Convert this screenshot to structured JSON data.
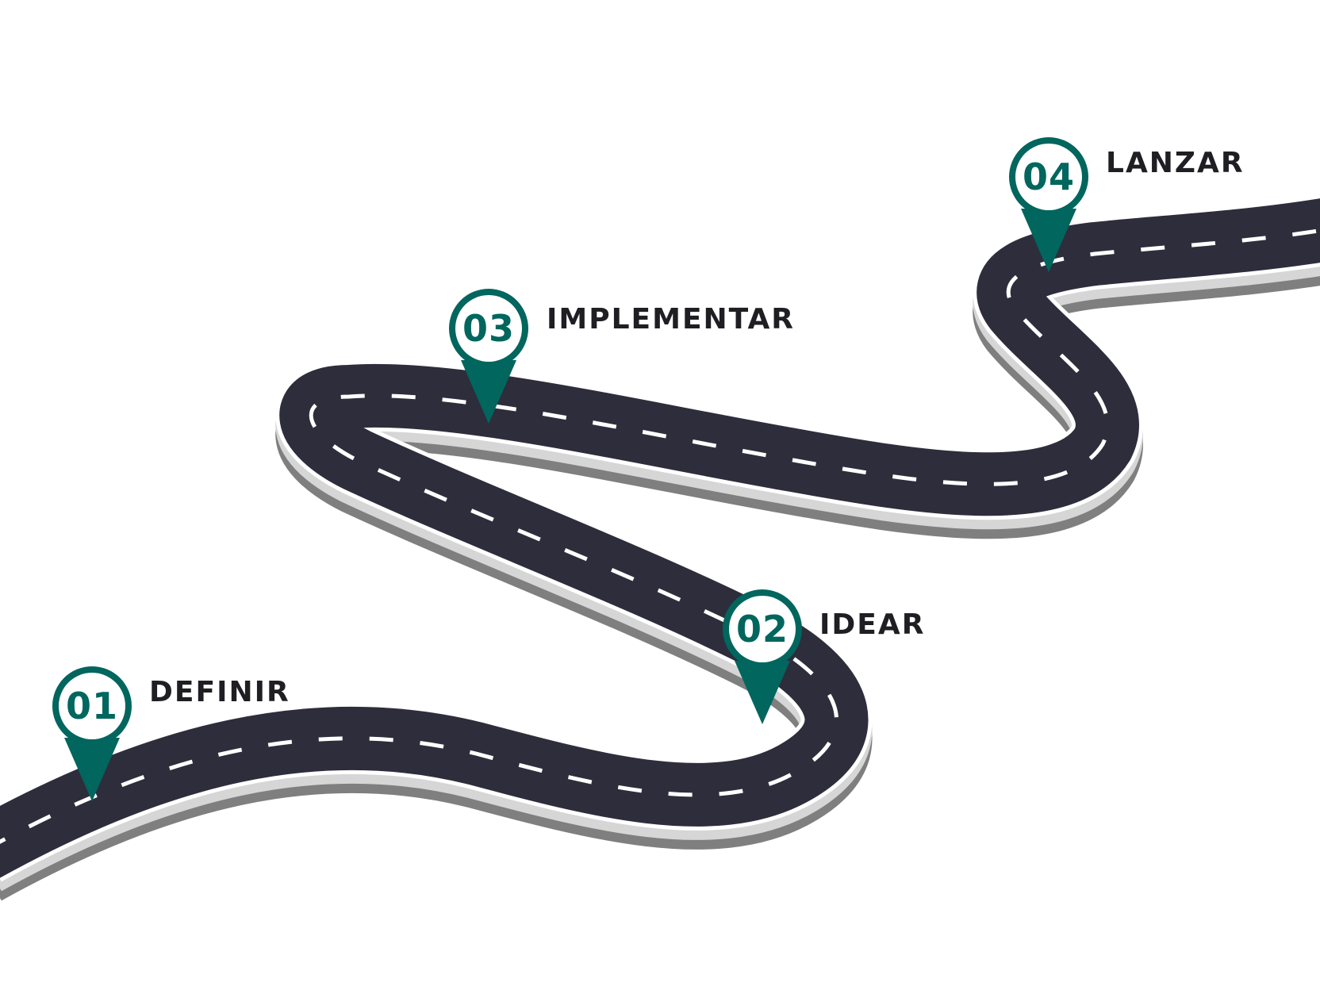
{
  "colors": {
    "road": "#2e2d3b",
    "road_edge": "#ffffff",
    "road_side": "#d6d6d6",
    "road_shadow": "#7f7f7f",
    "lane_marking": "#ffffff",
    "pin_accent": "#00665e",
    "pin_fill": "#ffffff",
    "label_text": "#1e1e23"
  },
  "milestones": [
    {
      "number": "01",
      "label": "DEFINIR"
    },
    {
      "number": "02",
      "label": "IDEAR"
    },
    {
      "number": "03",
      "label": "IMPLEMENTAR"
    },
    {
      "number": "04",
      "label": "LANZAR"
    }
  ]
}
